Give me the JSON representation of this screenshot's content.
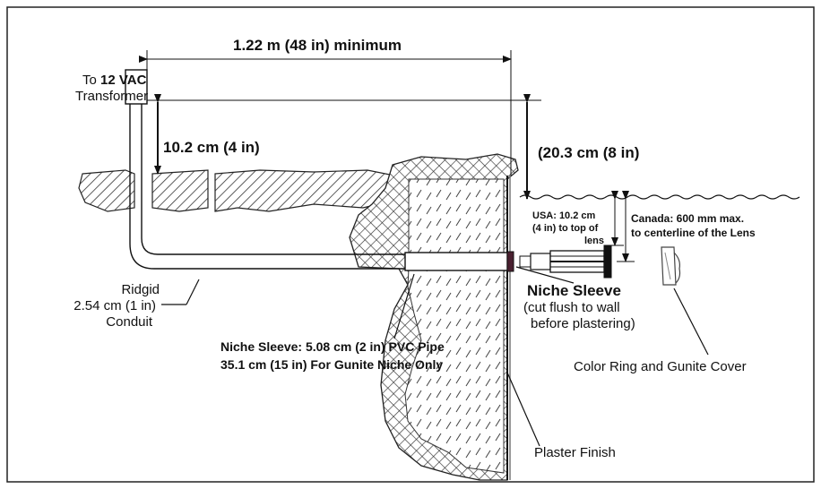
{
  "labels": {
    "dim_horizontal": "1.22 m (48 in) minimum",
    "transformer_to": "To",
    "transformer_voltage": "12 VAC",
    "transformer_word": "Transformer",
    "dim_conduit_depth": "10.2 cm (4 in)",
    "dim_water_depth": "(20.3 cm (8 in)",
    "usa_line1": "USA: 10.2 cm",
    "usa_line2": "(4 in) to top of",
    "usa_line3": "lens",
    "canada_line1": "Canada: 600 mm max.",
    "canada_line2": "to centerline of the Lens",
    "conduit_line1": "Ridgid",
    "conduit_line2": "2.54 cm (1 in)",
    "conduit_line3": "Conduit",
    "niche_title": "Niche Sleeve",
    "niche_note1": "(cut flush to wall",
    "niche_note2": "before plastering)",
    "pvc_line1": "Niche Sleeve: 5.08 cm (2 in) PVC Pipe",
    "pvc_line2": "35.1 cm (15 in) For Gunite Niche Only",
    "color_ring": "Color Ring and Gunite Cover",
    "plaster": "Plaster Finish"
  },
  "colors": {
    "ink": "#111111",
    "frame": "#222222",
    "background": "#ffffff"
  }
}
